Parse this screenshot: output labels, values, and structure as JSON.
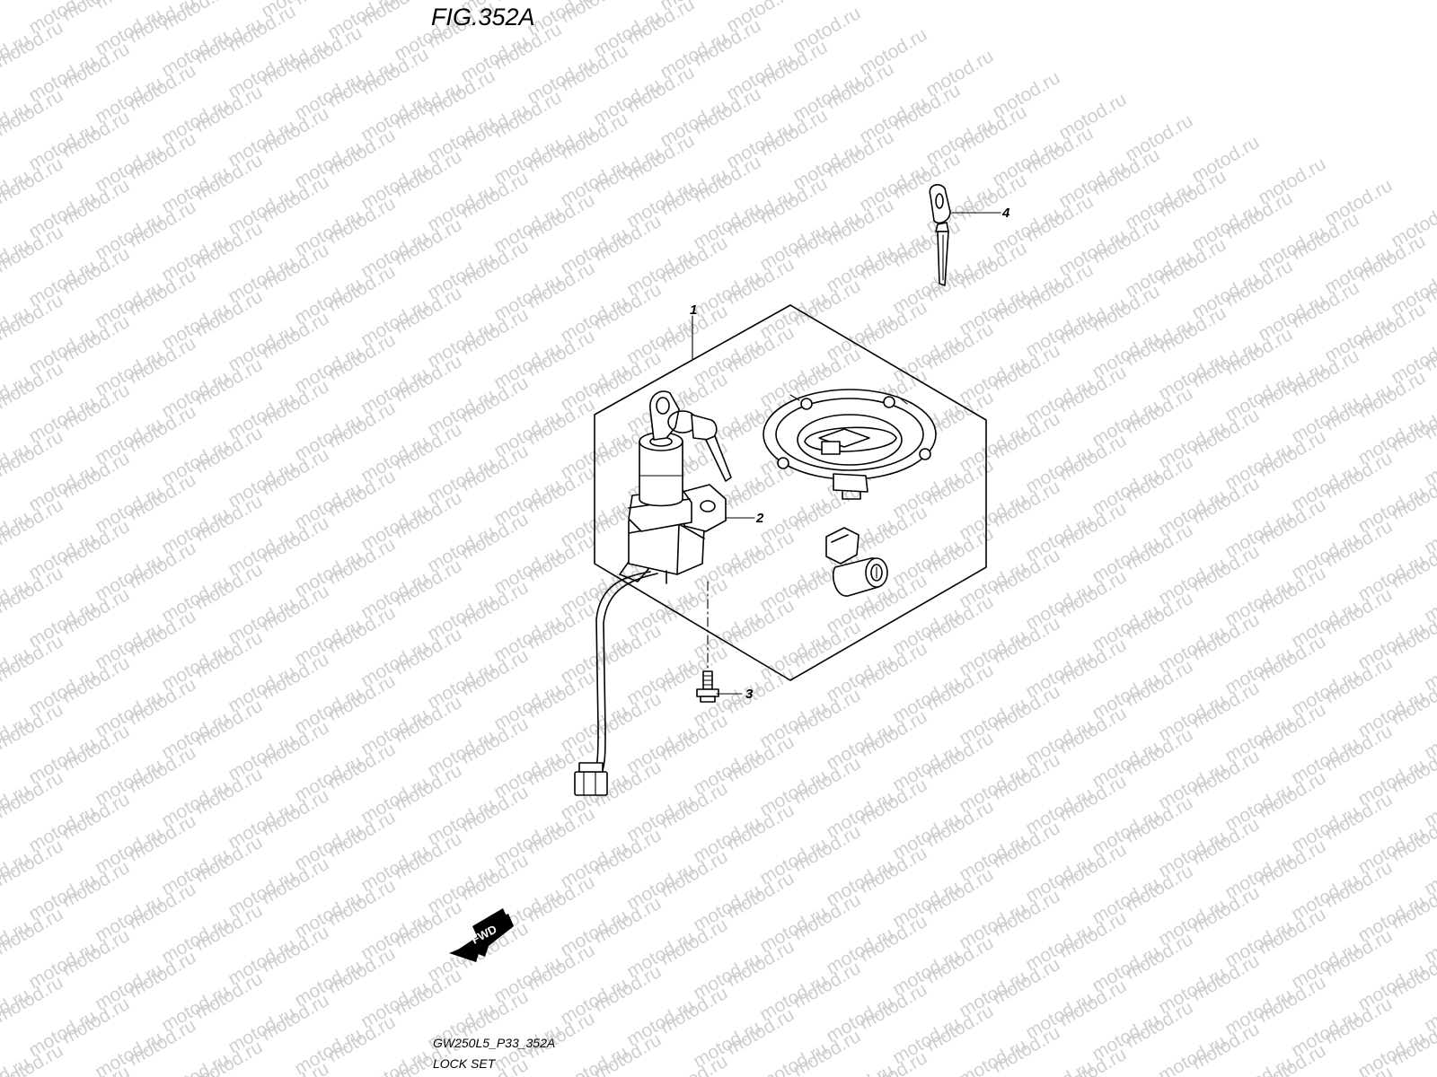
{
  "figure_title": "FIG.352A",
  "watermark_text": "motod.ru",
  "callouts": [
    {
      "id": "1"
    },
    {
      "id": "2"
    },
    {
      "id": "3"
    },
    {
      "id": "4"
    }
  ],
  "fwd_label": "FWD",
  "caption": {
    "code": "GW250L5_P33_352A",
    "name": "LOCK SET"
  },
  "colors": {
    "ink": "#000000",
    "watermark": "#cfcfcf",
    "background": "#ffffff"
  }
}
